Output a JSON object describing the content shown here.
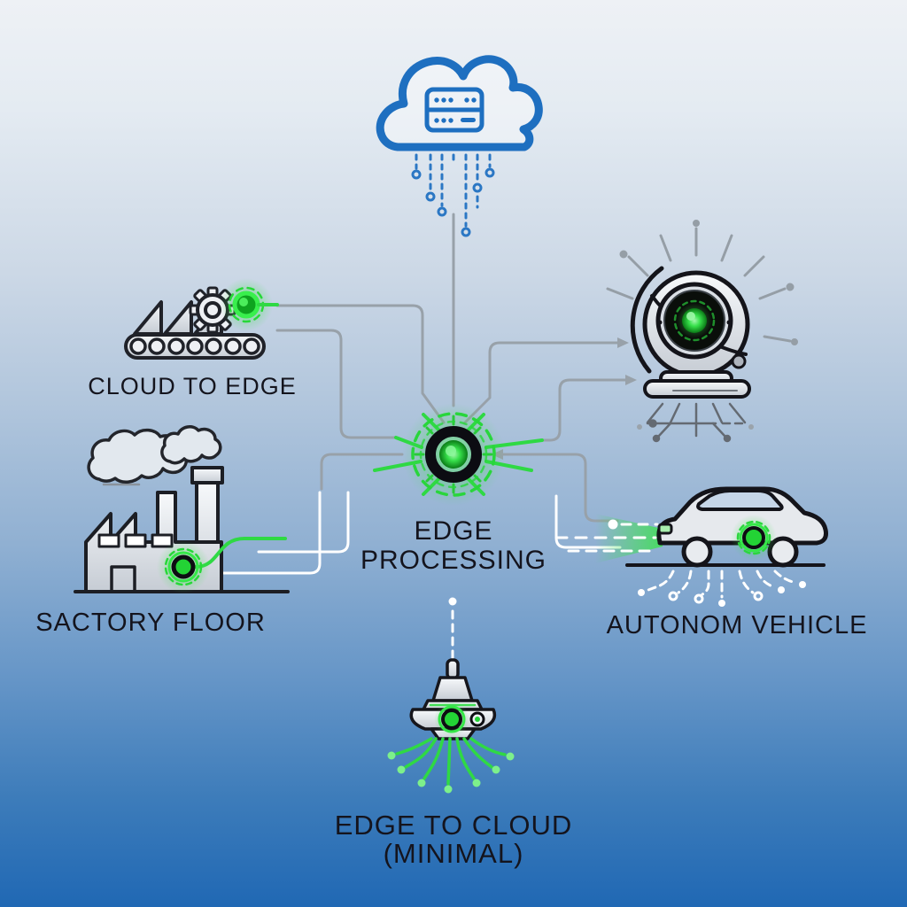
{
  "diagram": {
    "center_node": {
      "label_line1": "EDGE",
      "label_line2": "PROCESSING",
      "icon": "edge-processor-node-icon"
    },
    "nodes": [
      {
        "id": "cloud",
        "icon": "cloud-server-icon",
        "label": ""
      },
      {
        "id": "cloud-to-edge",
        "icon": "conveyor-gear-icon",
        "label": "CLOUD TO EDGE"
      },
      {
        "id": "factory-floor",
        "icon": "factory-icon",
        "label": "SACTORY FLOOR"
      },
      {
        "id": "smart-camera",
        "icon": "smart-camera-icon",
        "label": ""
      },
      {
        "id": "autonomous-vehicle",
        "icon": "car-icon",
        "label": "AUTONOM VEHICLE"
      },
      {
        "id": "edge-to-cloud",
        "icon": "iot-sensor-icon",
        "label_line1": "EDGE TO CLOUD",
        "label_line2": "(MINIMAL)"
      }
    ],
    "colors": {
      "accent_green": "#2fd944",
      "glow_green": "#4fe95c",
      "cloud_blue": "#1e6fc0",
      "connector_gray": "#98a1a9",
      "trace_white": "#ffffff",
      "outline_dark": "#14141a",
      "text_dark": "#14141d",
      "background_top": "#eef1f5",
      "background_bottom": "#2068b4"
    }
  }
}
